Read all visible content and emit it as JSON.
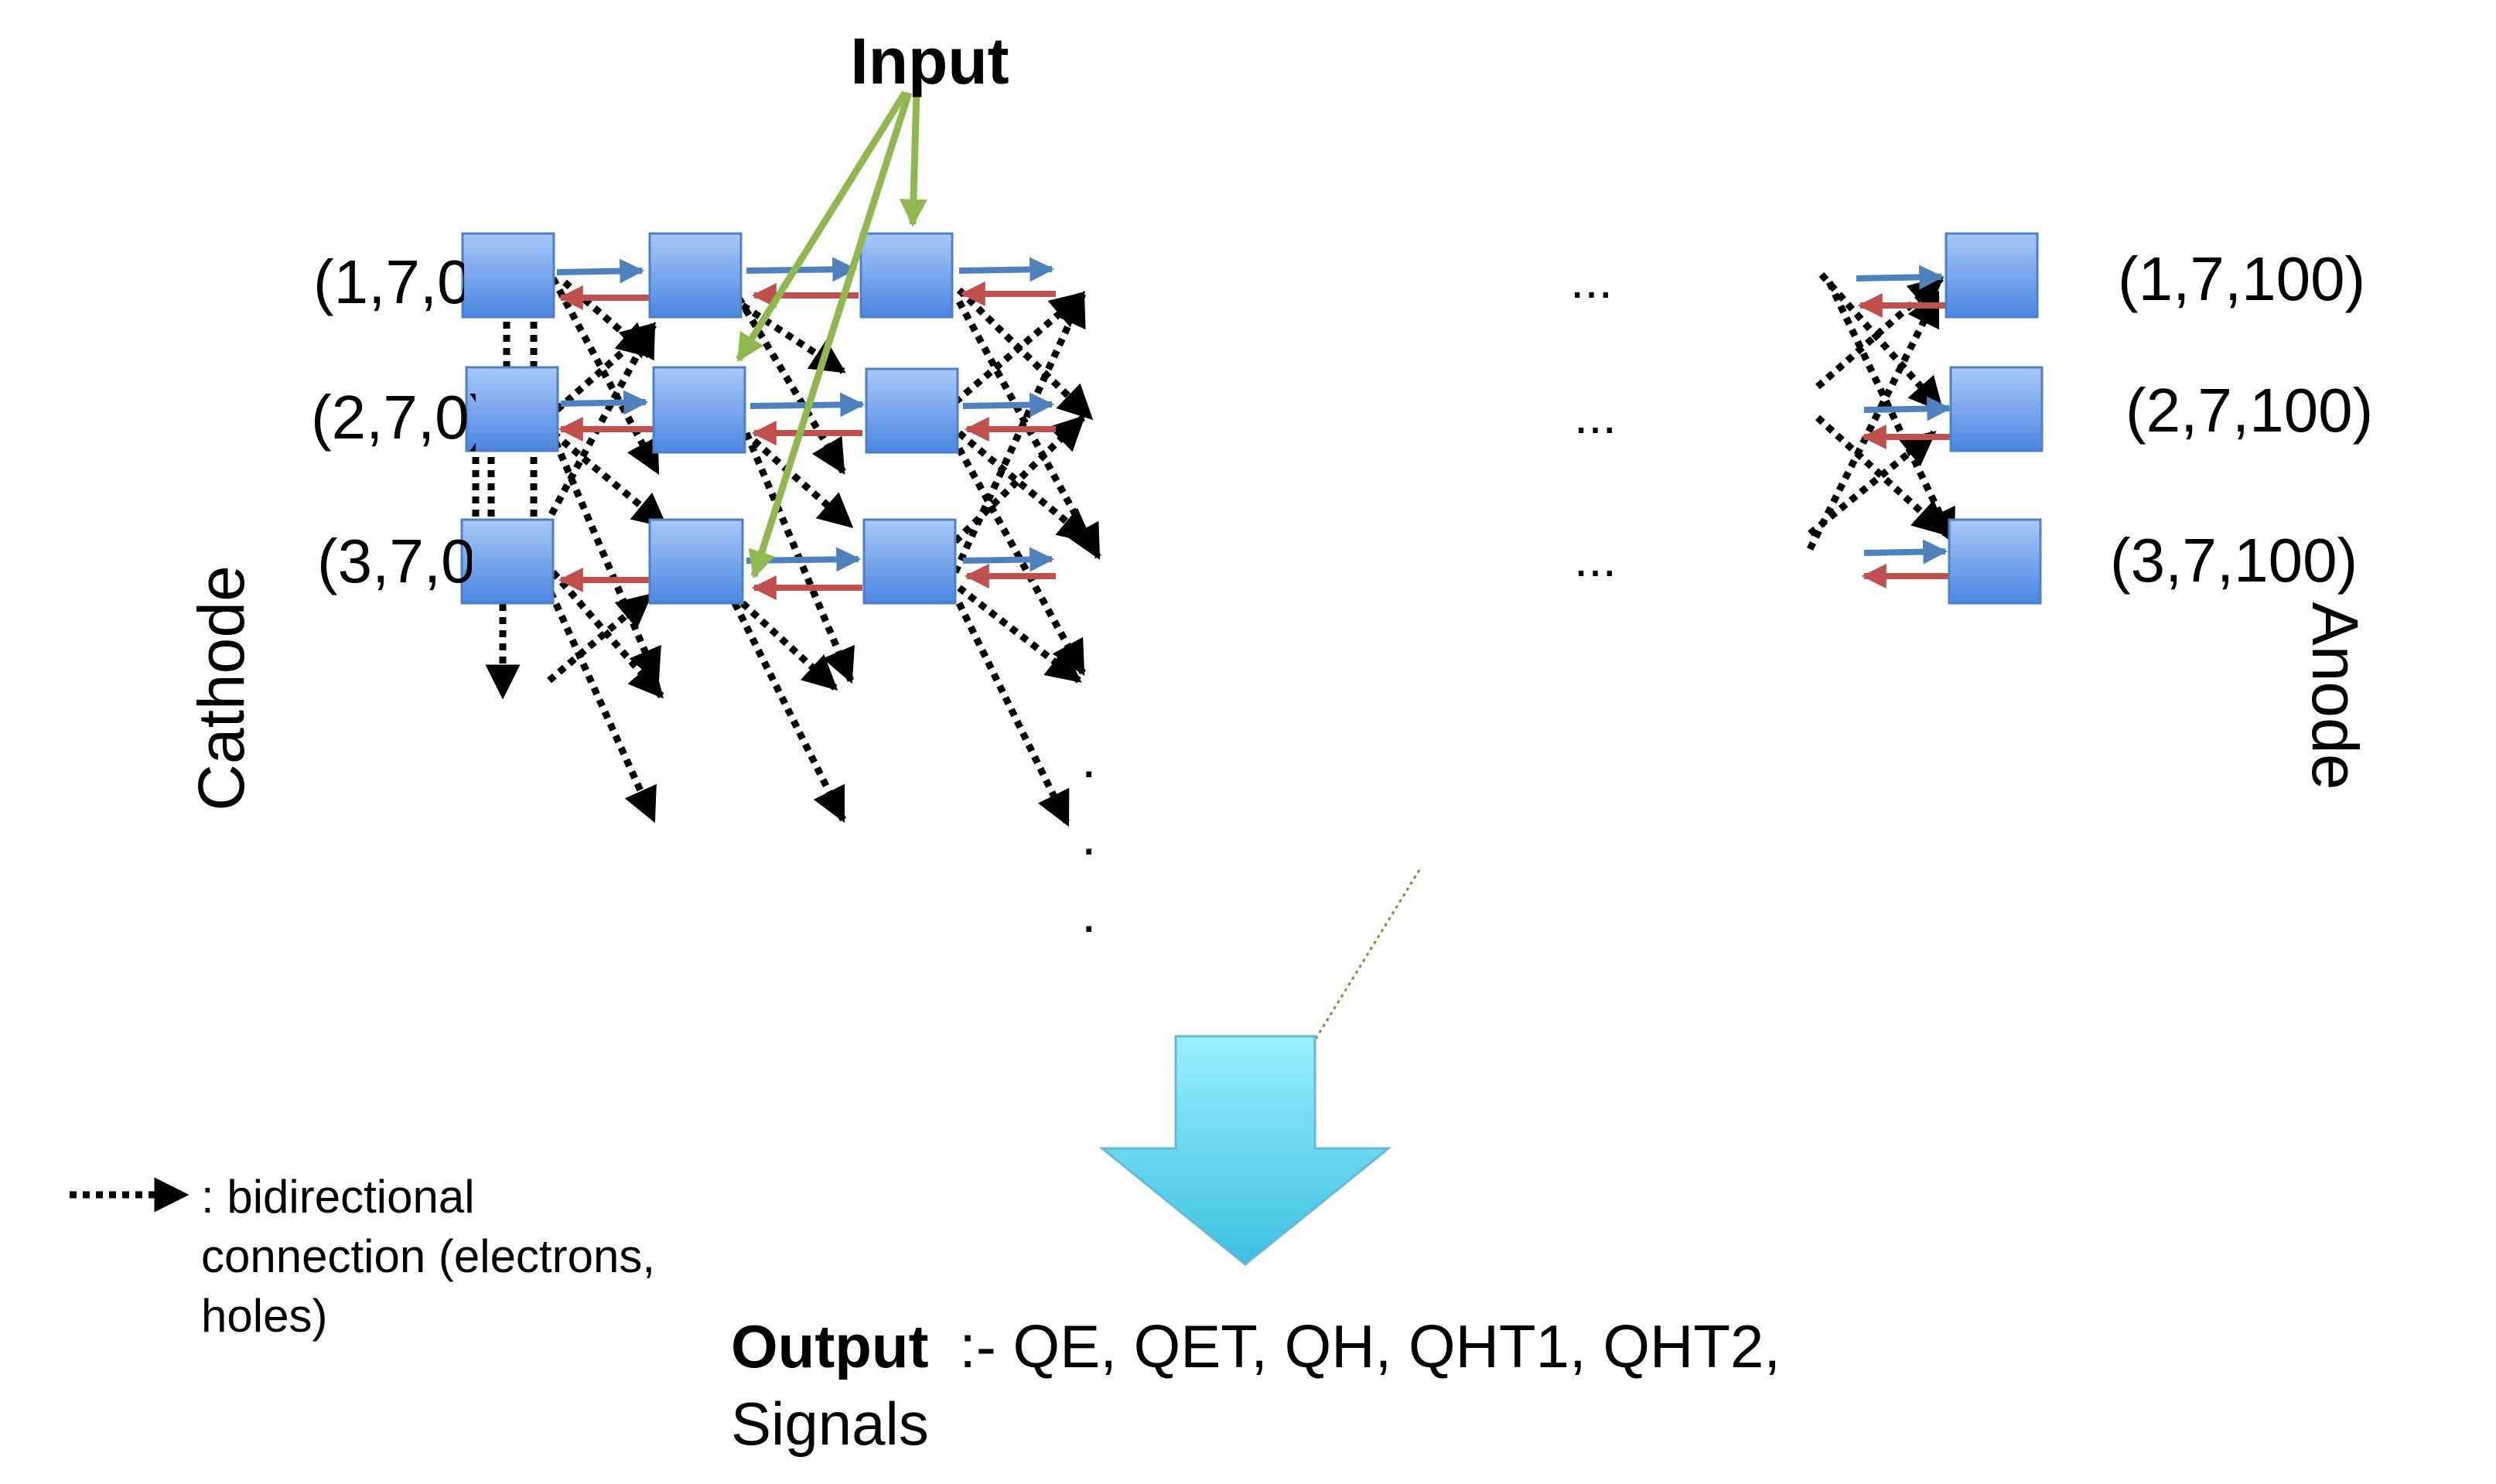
{
  "input_label": "Input",
  "nodes": {
    "left_rows": [
      {
        "label": "(1,7,0)"
      },
      {
        "label": "(2,7,0)"
      },
      {
        "label": "(3,7,0)"
      }
    ],
    "right_rows": [
      {
        "label": "(1,7,100)"
      },
      {
        "label": "(2,7,100)"
      },
      {
        "label": "(3,7,100)"
      }
    ]
  },
  "ellipsis": "...",
  "vertical_dots": ".",
  "electrodes": {
    "cathode": "Cathode",
    "anode": "Anode"
  },
  "legend": {
    "line1": ": bidirectional",
    "line2": "connection (electrons,",
    "line3": "holes)"
  },
  "output": {
    "label": "Output",
    "values": ":- QE, QET, QH, QHT1, QHT2,",
    "line2": "Signals"
  },
  "colors": {
    "node_top": "#a8c8f8",
    "node_bottom": "#4a86e0",
    "node_border": "#4f7fc4",
    "forward_arrow": "#4f81bd",
    "backward_arrow": "#c0504d",
    "input_arrow": "#8fb850",
    "dotted_arrow": "#000000",
    "output_arrow_top": "#99efff",
    "output_arrow_bottom": "#3cbfe0"
  }
}
